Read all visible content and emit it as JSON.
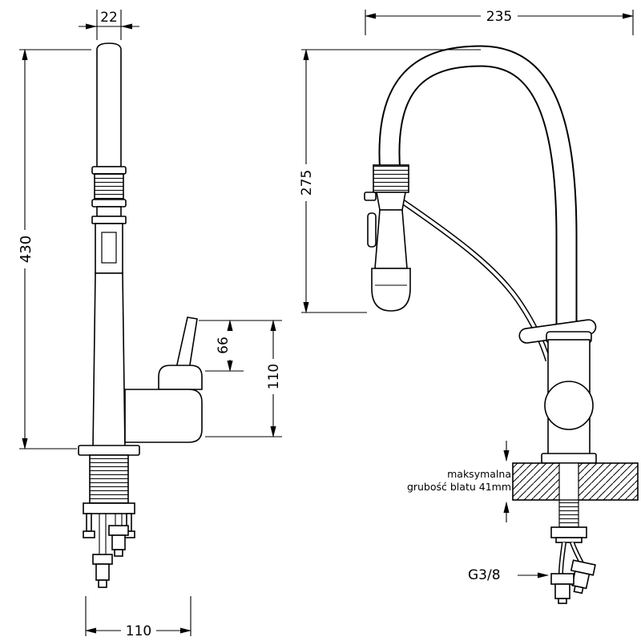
{
  "page": {
    "background": "#ffffff",
    "line_color": "#000000"
  },
  "left_view": {
    "dim_spout_width": "22",
    "dim_total_height": "430",
    "dim_handle_height": "66",
    "dim_body_height": "110",
    "dim_hose_width": "110"
  },
  "right_view": {
    "dim_reach": "235",
    "dim_spout_height": "275",
    "counter_note_line1": "maksymalna",
    "counter_note_line2": "grubość blatu 41mm",
    "thread_label": "G3/8"
  }
}
